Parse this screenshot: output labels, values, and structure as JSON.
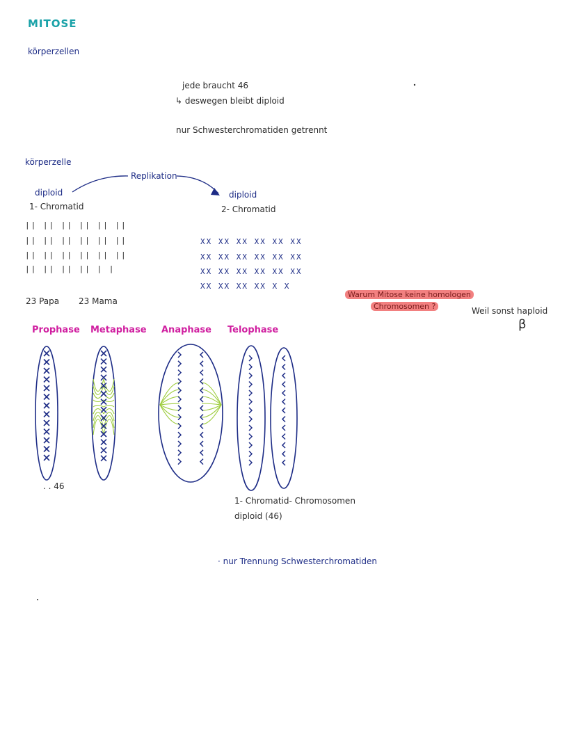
{
  "title": "MITOSE",
  "subtitle_koerperzellen": "körperzellen",
  "notes": {
    "line1": "jede braucht 46",
    "line2": "↳ deswegen bleibt diploid",
    "line3": "nur Schwesterchromatiden getrennt"
  },
  "koerperzelle_label": "körperzelle",
  "replication_label": "Replikation",
  "left_state": {
    "ploidy": "diploid",
    "chromatid": "1- Chromatid"
  },
  "right_state": {
    "ploidy": "diploid",
    "chromatid": "2- Chromatid"
  },
  "left_grid": [
    "||  ||  ||  ||  ||  ||",
    "||  ||  ||  ||  ||  ||",
    "||  ||  ||  ||  ||  ||",
    "||  ||  ||  ||  |   |"
  ],
  "right_grid": [
    "XX  XX  XX  XX  XX  XX",
    "XX  XX  XX  XX  XX  XX",
    "XX  XX  XX  XX  XX  XX",
    "XX  XX  XX  XX    X   X"
  ],
  "parents": {
    "papa": "23 Papa",
    "mama": "23 Mama"
  },
  "question": {
    "line1": "Warum Mitose keine homologen",
    "line2": "Chromosomen ?",
    "answer": "Weil sonst haploid",
    "mark": "β"
  },
  "phases": {
    "prophase": "Prophase",
    "metaphase": "Metaphase",
    "anaphase": "Anaphase",
    "telophase": "Telophase"
  },
  "prophase_count": ". . 46",
  "telophase_note": {
    "line1": "1- Chromatid- Chromosomen",
    "line2": "diploid (46)"
  },
  "bottom_note": "· nur Trennung  Schwesterchromatiden",
  "colors": {
    "teal": "#1aa2a8",
    "blue": "#1d2c86",
    "pink": "#d01fa0",
    "spindle": "#9ccc3a",
    "highlight": "#f28080"
  }
}
